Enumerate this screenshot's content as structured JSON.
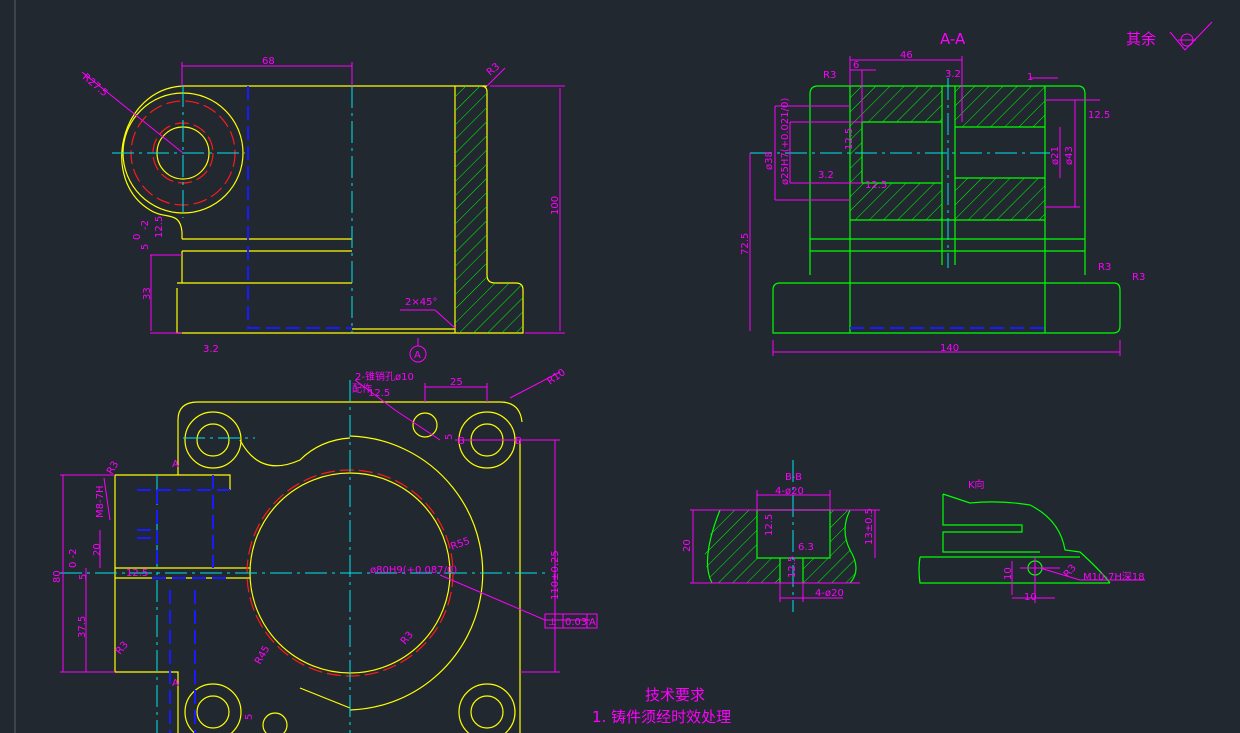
{
  "colors": {
    "background": "#212830",
    "outline": "#ffff00",
    "section": "#00ff00",
    "hidden": "#1a1aff",
    "center": "#00e5ee",
    "dimension": "#ff00ff",
    "thread": "#ff1a1a"
  },
  "front_view": {
    "dims": {
      "width": "68",
      "height": "100",
      "r_outer": "R27.5",
      "r_fillet": "R3",
      "base": "33",
      "slot": "5",
      "tol_upper": "0",
      "tol_lower": "-2",
      "chamfer": "2×45°",
      "rough_base": "3.2",
      "rough_slot": "12.5",
      "datum": "A"
    }
  },
  "section_aa": {
    "title": "A-A",
    "rest_label": "其余",
    "dims": {
      "d46": "46",
      "d6": "6",
      "r3": "R3",
      "d1": "1",
      "d38": "ø38",
      "d25": "ø25H7(+0.021/0)",
      "d21": "ø21",
      "d43": "ø43",
      "d72": "72.5",
      "d140": "140",
      "r3b": "R3",
      "r3c": "R3",
      "rough1": "12.5",
      "rough2": "12.5",
      "rough3": "3.2",
      "rough4": "12.5",
      "rough5": "3.2"
    }
  },
  "top_view": {
    "dims": {
      "holes": "2-锥销孔ø10",
      "holes2": "配作",
      "rough": "12.5",
      "d25": "25",
      "r10": "R10",
      "d5": "5",
      "b_left": "B",
      "b_right": "B",
      "r55": "R55",
      "bore": "ø80H9(+0.087/0)",
      "r45": "R45",
      "r3a": "R3",
      "r3b": "R3",
      "r3c": "R3",
      "thread": "M8-7H",
      "d80": "80",
      "d20": "20",
      "d5b": "5",
      "tol": "0 -2",
      "d375": "37.5",
      "h110": "110±0.25",
      "sec": "A",
      "sec2": "A",
      "d5c": "5"
    },
    "tolerance_frame": {
      "symbol": "⊥",
      "value": "0.03",
      "datum": "A"
    }
  },
  "section_bb": {
    "title": "B-B",
    "dims": {
      "top": "4-ø20",
      "bottom": "4-ø20",
      "h20": "20",
      "h13": "13±0.5",
      "r1": "12.5",
      "r2": "6.3",
      "r3": "12.5"
    }
  },
  "view_k": {
    "title": "K向",
    "dims": {
      "d10a": "10",
      "d10b": "10",
      "r3": "R3",
      "thread": "M10-7H深18"
    }
  },
  "notes": {
    "title": "技术要求",
    "items": [
      "1. 铸件须经时效处理"
    ]
  }
}
